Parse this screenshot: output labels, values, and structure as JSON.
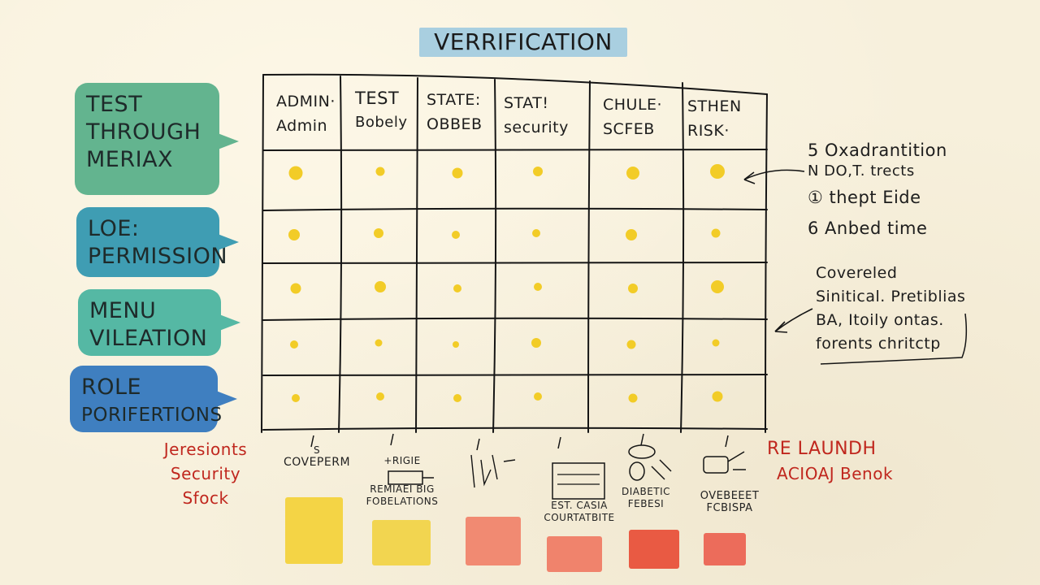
{
  "title": "VERRIFICATION",
  "bubbles": [
    {
      "line1": "TEST",
      "line2": "THROUGH",
      "line3": "MERIAX"
    },
    {
      "line1": "LOE:",
      "line2": "PERMISSION"
    },
    {
      "line1": "MENU",
      "line2": "VILEATION"
    },
    {
      "line1": "ROLE",
      "line2": "PORIFERTIONS"
    }
  ],
  "columns": [
    {
      "line1": "ADMIN·",
      "line2": "Admin"
    },
    {
      "line1": "TEST",
      "line2": "Bobely"
    },
    {
      "line1": "STATE:",
      "line2": "OBBEB"
    },
    {
      "line1": "STAT!",
      "line2": "security"
    },
    {
      "line1": "CHULE·",
      "line2": "SCFEB"
    },
    {
      "line1": "STHEN",
      "line2": "RISK·"
    }
  ],
  "notes": {
    "right_top": [
      "5 Oxadrantition",
      "N DO,T. trects",
      "① thept Eide",
      "6 Anbed time"
    ],
    "right_bottom": [
      "Covereled",
      "Sinitical. Pretiblias",
      "BA, Itoily ontas.",
      "forents chritctp"
    ]
  },
  "left_red": [
    "Jeresionts",
    "Security Sfock"
  ],
  "right_red": [
    "RE LAUNDH",
    "ACIOAJ Benok"
  ],
  "bottom_labels": [
    {
      "top": "S",
      "text": "COVEPERM"
    },
    {
      "top": "+RIGIE",
      "text": "REMIAEI BIG\nFOBELATIONS"
    },
    {
      "top": "",
      "text": ""
    },
    {
      "top": "",
      "text": "EST. CASIA\nCOURTATBITE"
    },
    {
      "top": "",
      "text": "DIABETIC\nFEBESI"
    },
    {
      "top": "",
      "text": "OVEBEEET\nFCBISPA"
    }
  ],
  "colors": {
    "dot": "#f2cc27",
    "grid": "#151515",
    "red": "#c0271e",
    "swatches": [
      "#f4d445",
      "#f2d550",
      "#f18a72",
      "#f0836c",
      "#e95a43",
      "#ec6c5b"
    ]
  },
  "dot_sizes": [
    [
      8.5,
      5.5,
      6.5,
      6,
      8,
      9
    ],
    [
      7,
      6,
      5,
      5,
      7,
      5.5
    ],
    [
      6.5,
      7,
      5,
      5,
      6,
      8
    ],
    [
      5,
      4.5,
      4,
      6,
      5.5,
      4.5
    ],
    [
      5,
      5,
      5,
      5,
      5.5,
      6.5
    ]
  ]
}
